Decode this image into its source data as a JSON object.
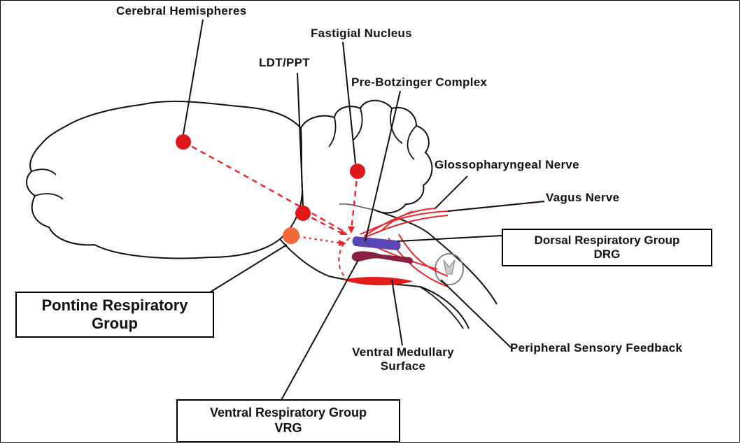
{
  "labels": {
    "cerebral_hemispheres": "Cerebral Hemispheres",
    "fastigial_nucleus": "Fastigial Nucleus",
    "ldt_ppt": "LDT/PPT",
    "pre_botzinger": "Pre-Botzinger Complex",
    "glossopharyngeal": "Glossopharyngeal Nerve",
    "vagus": "Vagus Nerve",
    "ventral_medullary_line1": "Ventral Medullary",
    "ventral_medullary_line2": "Surface",
    "peripheral_feedback": "Peripheral Sensory Feedback"
  },
  "boxes": {
    "drg": {
      "line1": "Dorsal Respiratory Group",
      "line2": "DRG"
    },
    "prg": {
      "line1": "Pontine Respiratory",
      "line2": "Group"
    },
    "vrg": {
      "line1": "Ventral Respiratory Group",
      "line2": "VRG"
    }
  },
  "colors": {
    "node_red": "#e0181c",
    "node_orange": "#f26a3a",
    "connection_red": "#e8262a",
    "drg_purple": "#5a45b5",
    "vrg_maroon": "#8a2040",
    "vms_red": "#e21b1b",
    "outline": "#111111"
  }
}
